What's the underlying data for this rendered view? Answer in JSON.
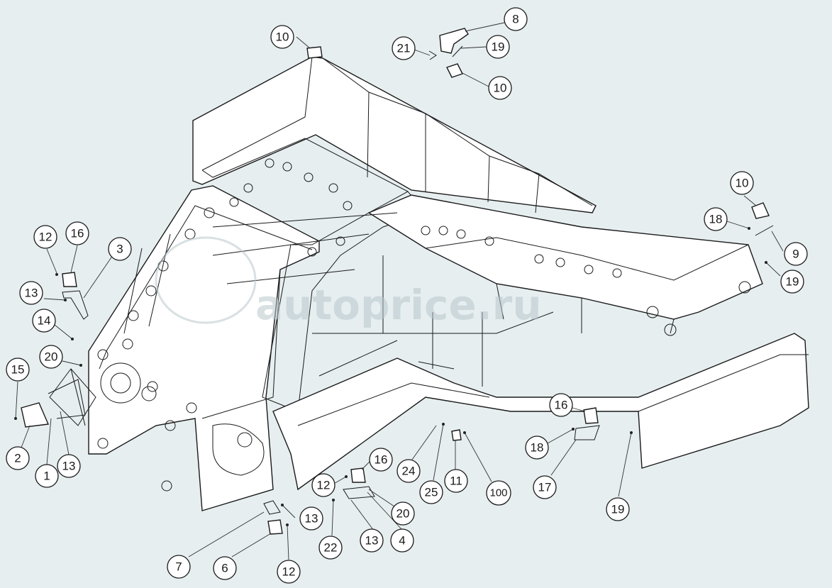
{
  "callouts": [
    {
      "id": "c-10-top",
      "label": "10"
    },
    {
      "id": "c-8",
      "label": "8"
    },
    {
      "id": "c-21",
      "label": "21"
    },
    {
      "id": "c-19-top",
      "label": "19"
    },
    {
      "id": "c-10-mid",
      "label": "10"
    },
    {
      "id": "c-10-right",
      "label": "10"
    },
    {
      "id": "c-18-right",
      "label": "18"
    },
    {
      "id": "c-9",
      "label": "9"
    },
    {
      "id": "c-19-right",
      "label": "19"
    },
    {
      "id": "c-12-left",
      "label": "12"
    },
    {
      "id": "c-16-left",
      "label": "16"
    },
    {
      "id": "c-3",
      "label": "3"
    },
    {
      "id": "c-13-left",
      "label": "13"
    },
    {
      "id": "c-14",
      "label": "14"
    },
    {
      "id": "c-20-left",
      "label": "20"
    },
    {
      "id": "c-15",
      "label": "15"
    },
    {
      "id": "c-2",
      "label": "2"
    },
    {
      "id": "c-1",
      "label": "1"
    },
    {
      "id": "c-13-bl",
      "label": "13"
    },
    {
      "id": "c-16-mid",
      "label": "16"
    },
    {
      "id": "c-12-mid",
      "label": "12"
    },
    {
      "id": "c-20-mid",
      "label": "20"
    },
    {
      "id": "c-13-mid",
      "label": "13"
    },
    {
      "id": "c-4",
      "label": "4"
    },
    {
      "id": "c-22",
      "label": "22"
    },
    {
      "id": "c-13-low",
      "label": "13"
    },
    {
      "id": "c-7",
      "label": "7"
    },
    {
      "id": "c-6",
      "label": "6"
    },
    {
      "id": "c-12-low",
      "label": "12"
    },
    {
      "id": "c-24",
      "label": "24"
    },
    {
      "id": "c-25",
      "label": "25"
    },
    {
      "id": "c-11",
      "label": "11"
    },
    {
      "id": "c-100",
      "label": "100"
    },
    {
      "id": "c-16-right",
      "label": "16"
    },
    {
      "id": "c-18-low",
      "label": "18"
    },
    {
      "id": "c-17",
      "label": "17"
    },
    {
      "id": "c-19-low",
      "label": "19"
    }
  ],
  "watermark": "autoprice.ru",
  "colors": {
    "background": "#e6eef0",
    "line": "#1a1a1a",
    "watermark": "#b9c7cc"
  }
}
